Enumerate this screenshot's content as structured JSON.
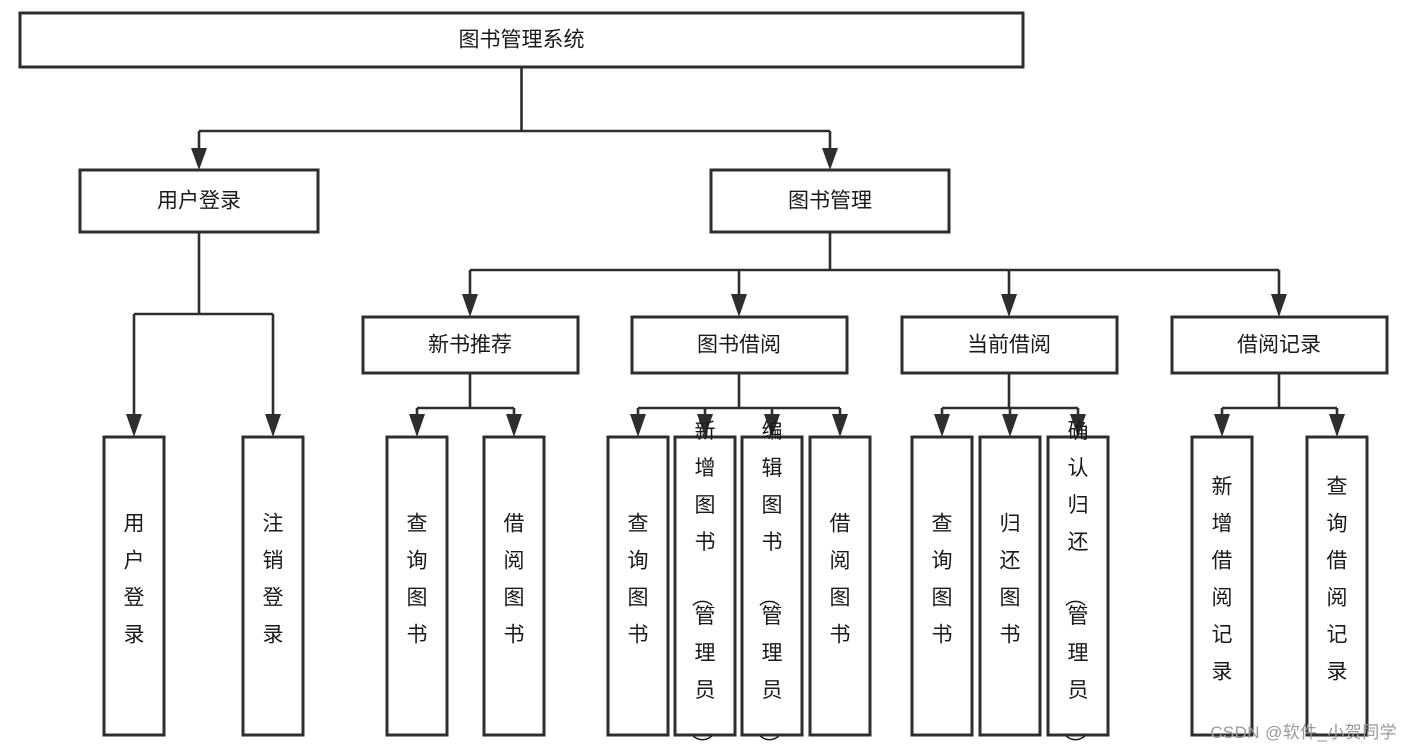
{
  "diagram": {
    "type": "tree",
    "title": "图书管理系统",
    "watermark": "CSDN @软件_小贺同学",
    "colors": {
      "box_stroke": "#2e2e2e",
      "box_fill": "#ffffff",
      "text": "#1a1a1a",
      "connector": "#2e2e2e",
      "watermark": "#9a9a9a",
      "background": "#ffffff"
    },
    "levels": {
      "root": {
        "label": "图书管理系统"
      },
      "level2": [
        {
          "label": "用户登录"
        },
        {
          "label": "图书管理"
        }
      ],
      "level3": [
        {
          "label": "新书推荐"
        },
        {
          "label": "图书借阅"
        },
        {
          "label": "当前借阅"
        },
        {
          "label": "借阅记录"
        }
      ],
      "leaves": {
        "user_login": [
          {
            "label": "用户登录"
          },
          {
            "label": "注销登录"
          }
        ],
        "new_book_recommend": [
          {
            "label": "查询图书"
          },
          {
            "label": "借阅图书"
          }
        ],
        "book_borrow": [
          {
            "label": "查询图书"
          },
          {
            "label": "新增图书（管理员）"
          },
          {
            "label": "编辑图书（管理员）"
          },
          {
            "label": "借阅图书"
          }
        ],
        "current_borrow": [
          {
            "label": "查询图书"
          },
          {
            "label": "归还图书"
          },
          {
            "label": "确认归还（管理员）"
          }
        ],
        "borrow_record": [
          {
            "label": "新增借阅记录"
          },
          {
            "label": "查询借阅记录"
          }
        ]
      }
    }
  }
}
